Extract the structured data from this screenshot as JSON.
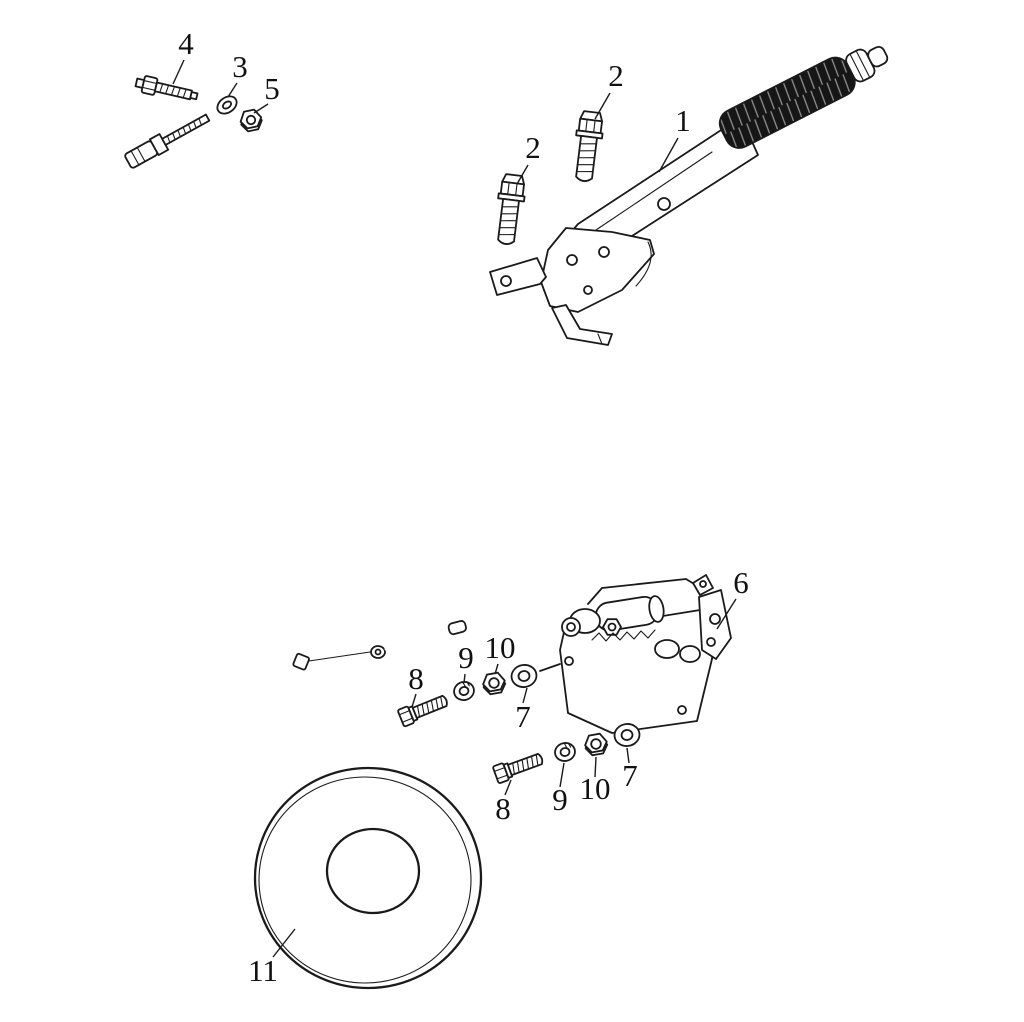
{
  "page": {
    "background": "#ffffff",
    "line_color": "#1a1a1a",
    "label_color": "#111111"
  },
  "diagram": {
    "type": "exploded-parts-diagram",
    "callouts": [
      {
        "id": "hand-lever",
        "label": "1"
      },
      {
        "id": "bolt-upper",
        "label": "2"
      },
      {
        "id": "bolt-lower",
        "label": "2"
      },
      {
        "id": "washer-cable-end",
        "label": "3"
      },
      {
        "id": "adjuster-bolt",
        "label": "4"
      },
      {
        "id": "nut-cable-end",
        "label": "5"
      },
      {
        "id": "caliper-mechanism",
        "label": "6"
      },
      {
        "id": "flat-washer-row1",
        "label": "7"
      },
      {
        "id": "flat-washer-row2",
        "label": "7"
      },
      {
        "id": "bolt-row1",
        "label": "8"
      },
      {
        "id": "bolt-row2",
        "label": "8"
      },
      {
        "id": "lock-washer-row1",
        "label": "9"
      },
      {
        "id": "lock-washer-row2",
        "label": "9"
      },
      {
        "id": "nut-row1",
        "label": "10"
      },
      {
        "id": "nut-row2",
        "label": "10"
      },
      {
        "id": "brake-disc",
        "label": "11"
      }
    ]
  }
}
